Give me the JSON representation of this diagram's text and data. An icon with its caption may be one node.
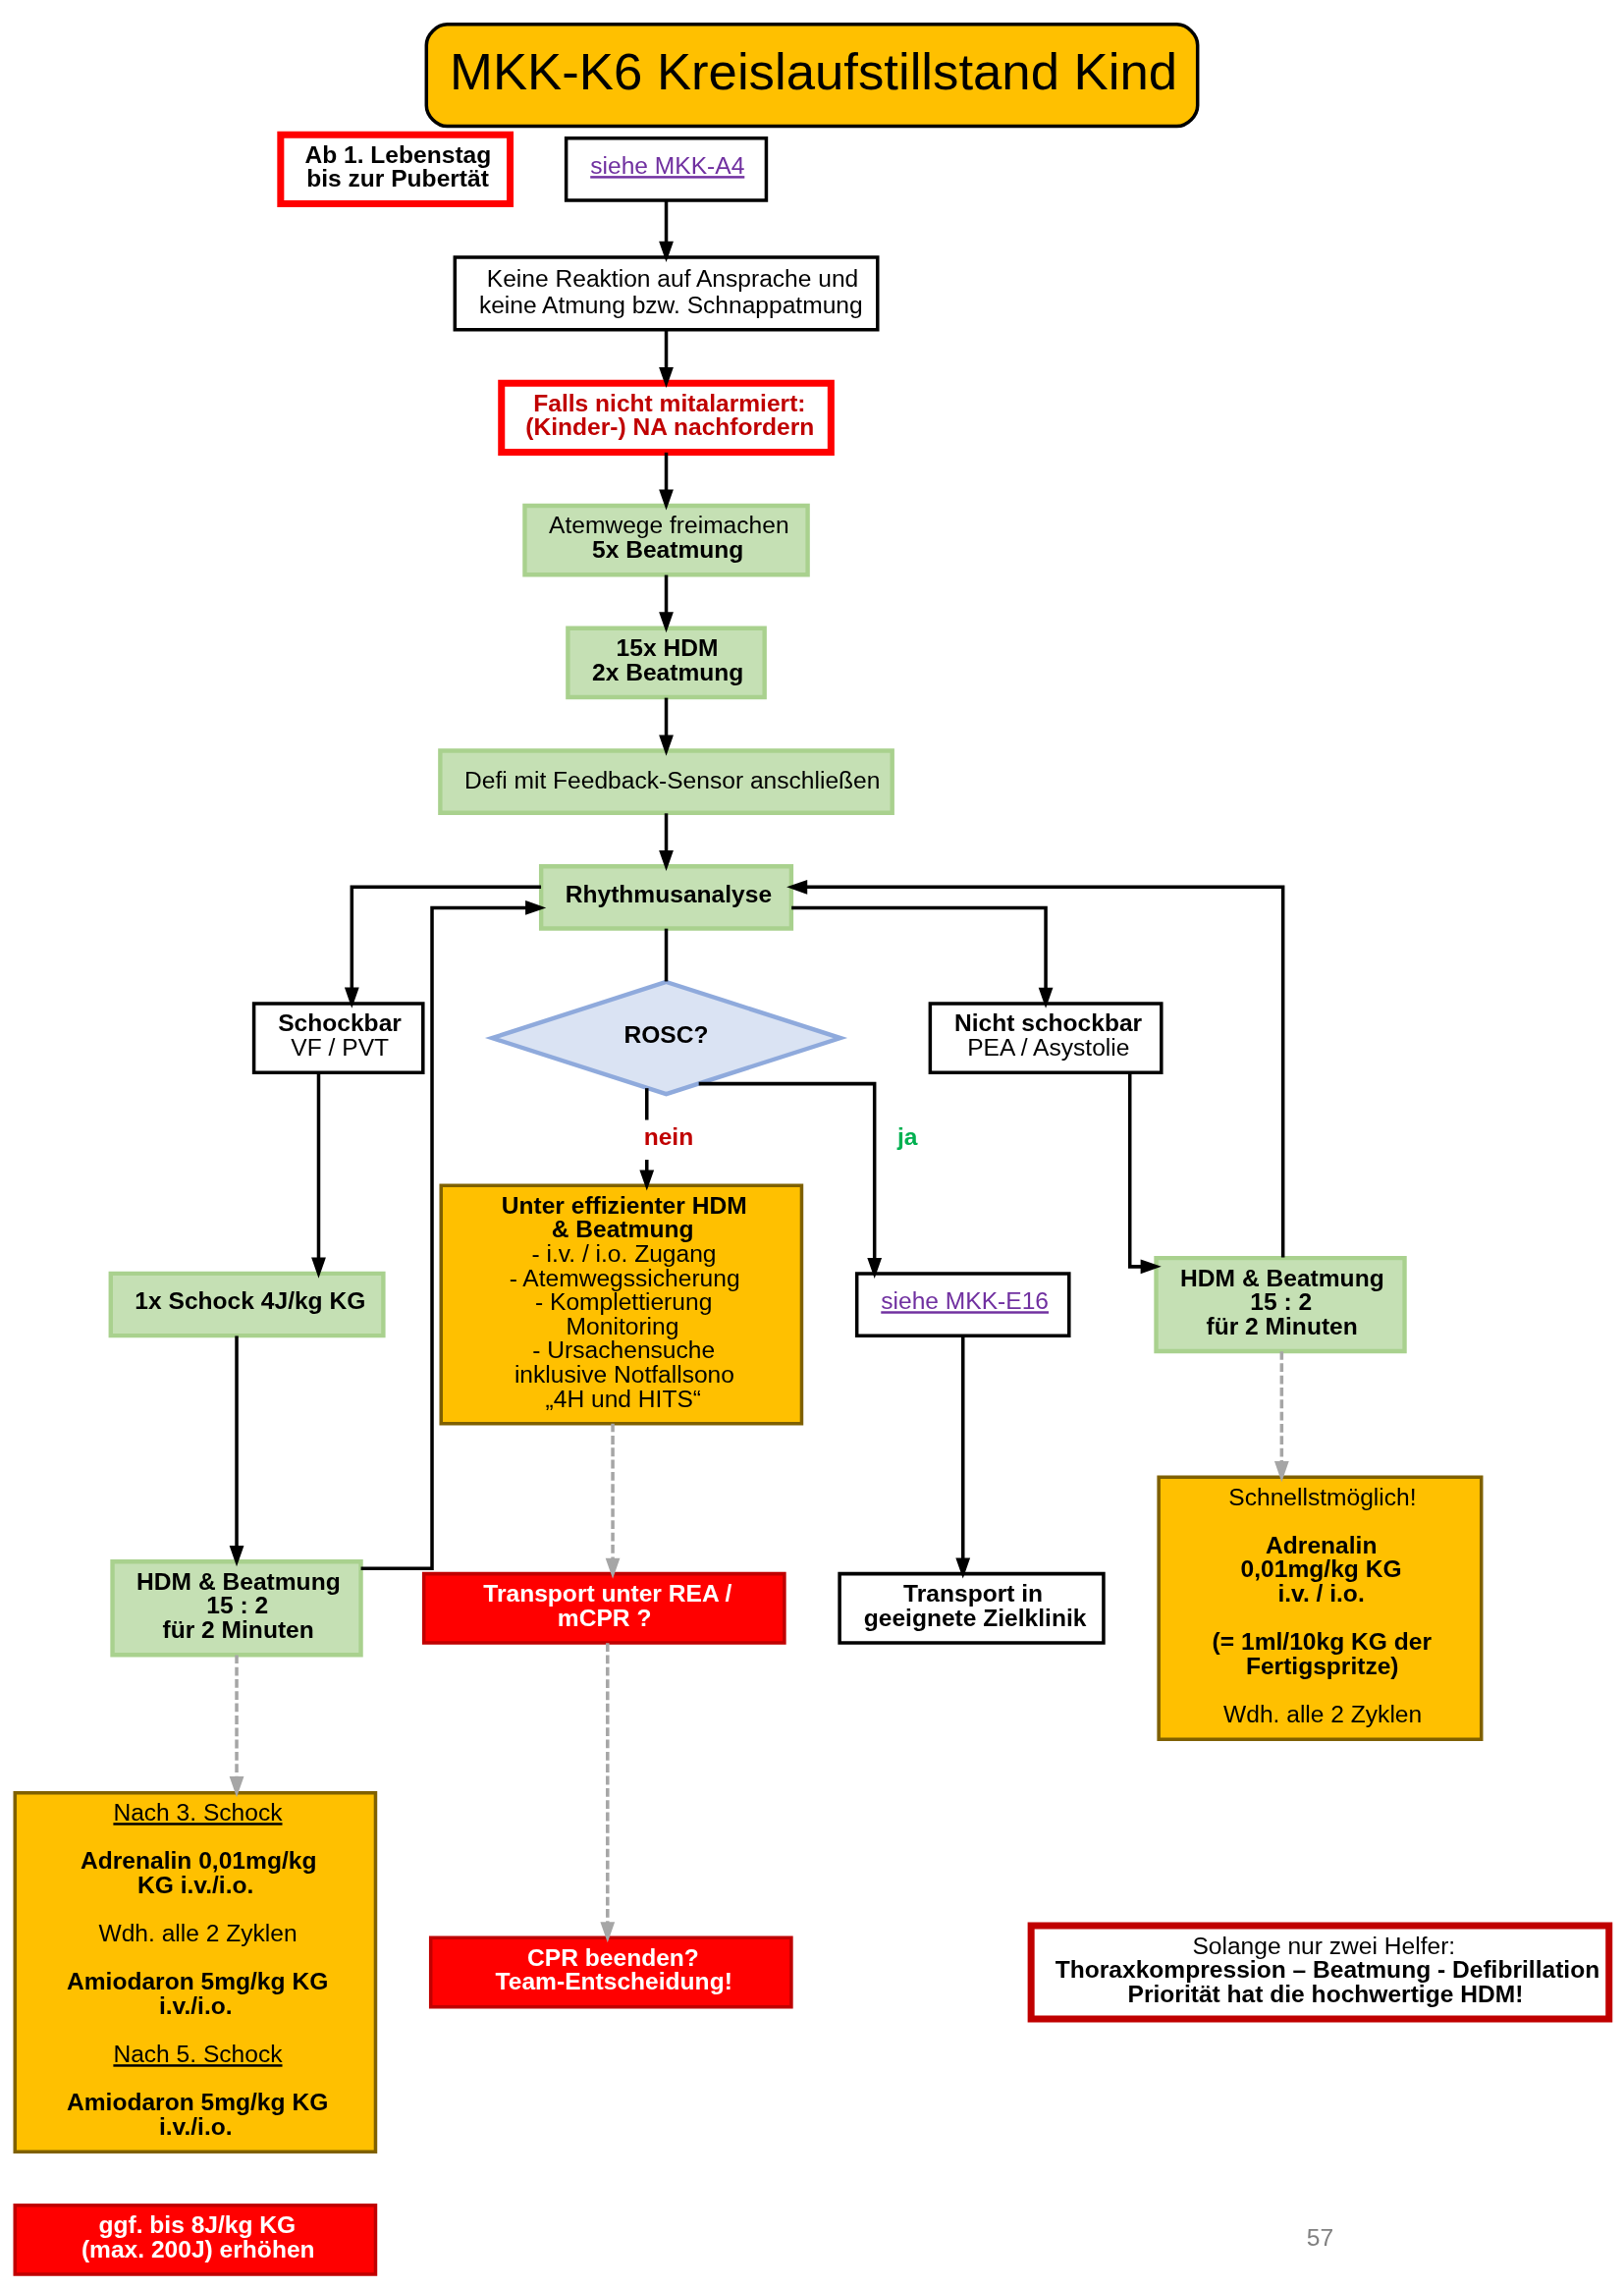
{
  "diagram": {
    "title": "MKK-K6 Kreislaufstillstand Kind",
    "nodes": [
      {
        "text": [
          "Ab 1. Lebenstag bis zur Pubertät"
        ]
      },
      {
        "text": [
          "siehe MKK-A4"
        ]
      },
      {
        "text": [
          "Keine Reaktion auf Ansprache und keine Atmung bzw. Schnappatmung"
        ]
      },
      {
        "text": [
          "Falls nicht mitalarmiert: (Kinder-) NA nachfordern"
        ]
      },
      {
        "text": [
          "Atemwege freimachen",
          "5x Beatmung"
        ]
      },
      {
        "text": [
          "15x HDM",
          "2x Beatmung"
        ]
      },
      {
        "text": [
          "Defi mit Feedback-Sensor anschließen"
        ]
      },
      {
        "text": [
          "Rhythmusanalyse"
        ]
      },
      {
        "text": [
          "Schockbar",
          "VF / PVT"
        ]
      },
      {
        "text": [
          "ROSC?"
        ]
      },
      {
        "text": [
          "Nicht schockbar",
          "PEA / Asystolie"
        ]
      },
      {
        "text": [
          "1x Schock 4J/kg KG"
        ]
      },
      {
        "text": [
          "HDM & Beatmung",
          "15 : 2",
          "für 2 Minuten"
        ]
      },
      {
        "text": [
          "Unter effizienter HDM & Beatmung",
          "- i.v. / i.o. Zugang",
          "- Atemwegssicherung",
          "- Komplettierung Monitoring",
          "- Ursachensuche inklusive Notfallsono „4H und HITS“"
        ]
      },
      {
        "text": [
          "siehe MKK-E16"
        ]
      },
      {
        "text": [
          "HDM & Beatmung",
          "15 : 2",
          "für 2 Minuten"
        ]
      },
      {
        "text": [
          "Transport in geeignete Zielklinik"
        ]
      },
      {
        "text": [
          "Nach 3. Schock",
          "Adrenalin 0,01mg/kg KG i.v./i.o.",
          "Wdh. alle 2 Zyklen",
          "Amiodaron 5mg/kg KG i.v./i.o.",
          "Nach 5. Schock",
          "Amiodaron 5mg/kg KG i.v./i.o."
        ]
      },
      {
        "text": [
          "Schnellstmöglich!",
          "Adrenalin 0,01mg/kg KG i.v. / i.o.",
          "(= 1ml/10kg KG der Fertigspritze)",
          "Wdh. alle 2 Zyklen"
        ]
      },
      {
        "text": [
          "Transport unter REA / mCPR ?"
        ]
      },
      {
        "text": [
          "CPR beenden? Team-Entscheidung!"
        ]
      },
      {
        "text": [
          "Solange nur zwei Helfer:",
          "Thoraxkompression – Beatmung - Defibrillation",
          "Priorität hat die hochwertige HDM!"
        ]
      },
      {
        "text": [
          "ggf. bis 8J/kg KG (max. 200J) erhöhen"
        ]
      }
    ],
    "edges": [
      {
        "from": 1,
        "to": 2,
        "arrow": "to"
      },
      {
        "from": 2,
        "to": 3,
        "arrow": "to"
      },
      {
        "from": 3,
        "to": 4,
        "arrow": "to"
      },
      {
        "from": 4,
        "to": 5,
        "arrow": "to"
      },
      {
        "from": 5,
        "to": 6,
        "arrow": "to"
      },
      {
        "from": 6,
        "to": 7,
        "arrow": "to"
      },
      {
        "from": 7,
        "to": 8,
        "arrow": "to"
      },
      {
        "from": 7,
        "to": 9,
        "arrow": "none"
      },
      {
        "from": 7,
        "to": 10,
        "arrow": "to"
      },
      {
        "from": 8,
        "to": 11,
        "arrow": "to"
      },
      {
        "from": 11,
        "to": 12,
        "arrow": "to"
      },
      {
        "from": 12,
        "to": 7,
        "arrow": "to"
      },
      {
        "from": 9,
        "to": 13,
        "arrow": "to",
        "label": "nein"
      },
      {
        "from": 9,
        "to": 14,
        "arrow": "to",
        "label": "ja"
      },
      {
        "from": 10,
        "to": 15,
        "arrow": "to"
      },
      {
        "from": 15,
        "to": 7,
        "arrow": "to"
      },
      {
        "from": 14,
        "to": 16,
        "arrow": "to"
      },
      {
        "from": 12,
        "to": 17,
        "arrow": "to",
        "style": "dashed",
        "color": "#a6a6a6"
      },
      {
        "from": 13,
        "to": 19,
        "arrow": "to",
        "style": "dashed",
        "color": "#a6a6a6"
      },
      {
        "from": 19,
        "to": 20,
        "arrow": "to",
        "style": "dashed",
        "color": "#a6a6a6"
      },
      {
        "from": 15,
        "to": 18,
        "arrow": "to",
        "style": "dashed",
        "color": "#a6a6a6"
      }
    ],
    "labels": [
      "57"
    ]
  }
}
